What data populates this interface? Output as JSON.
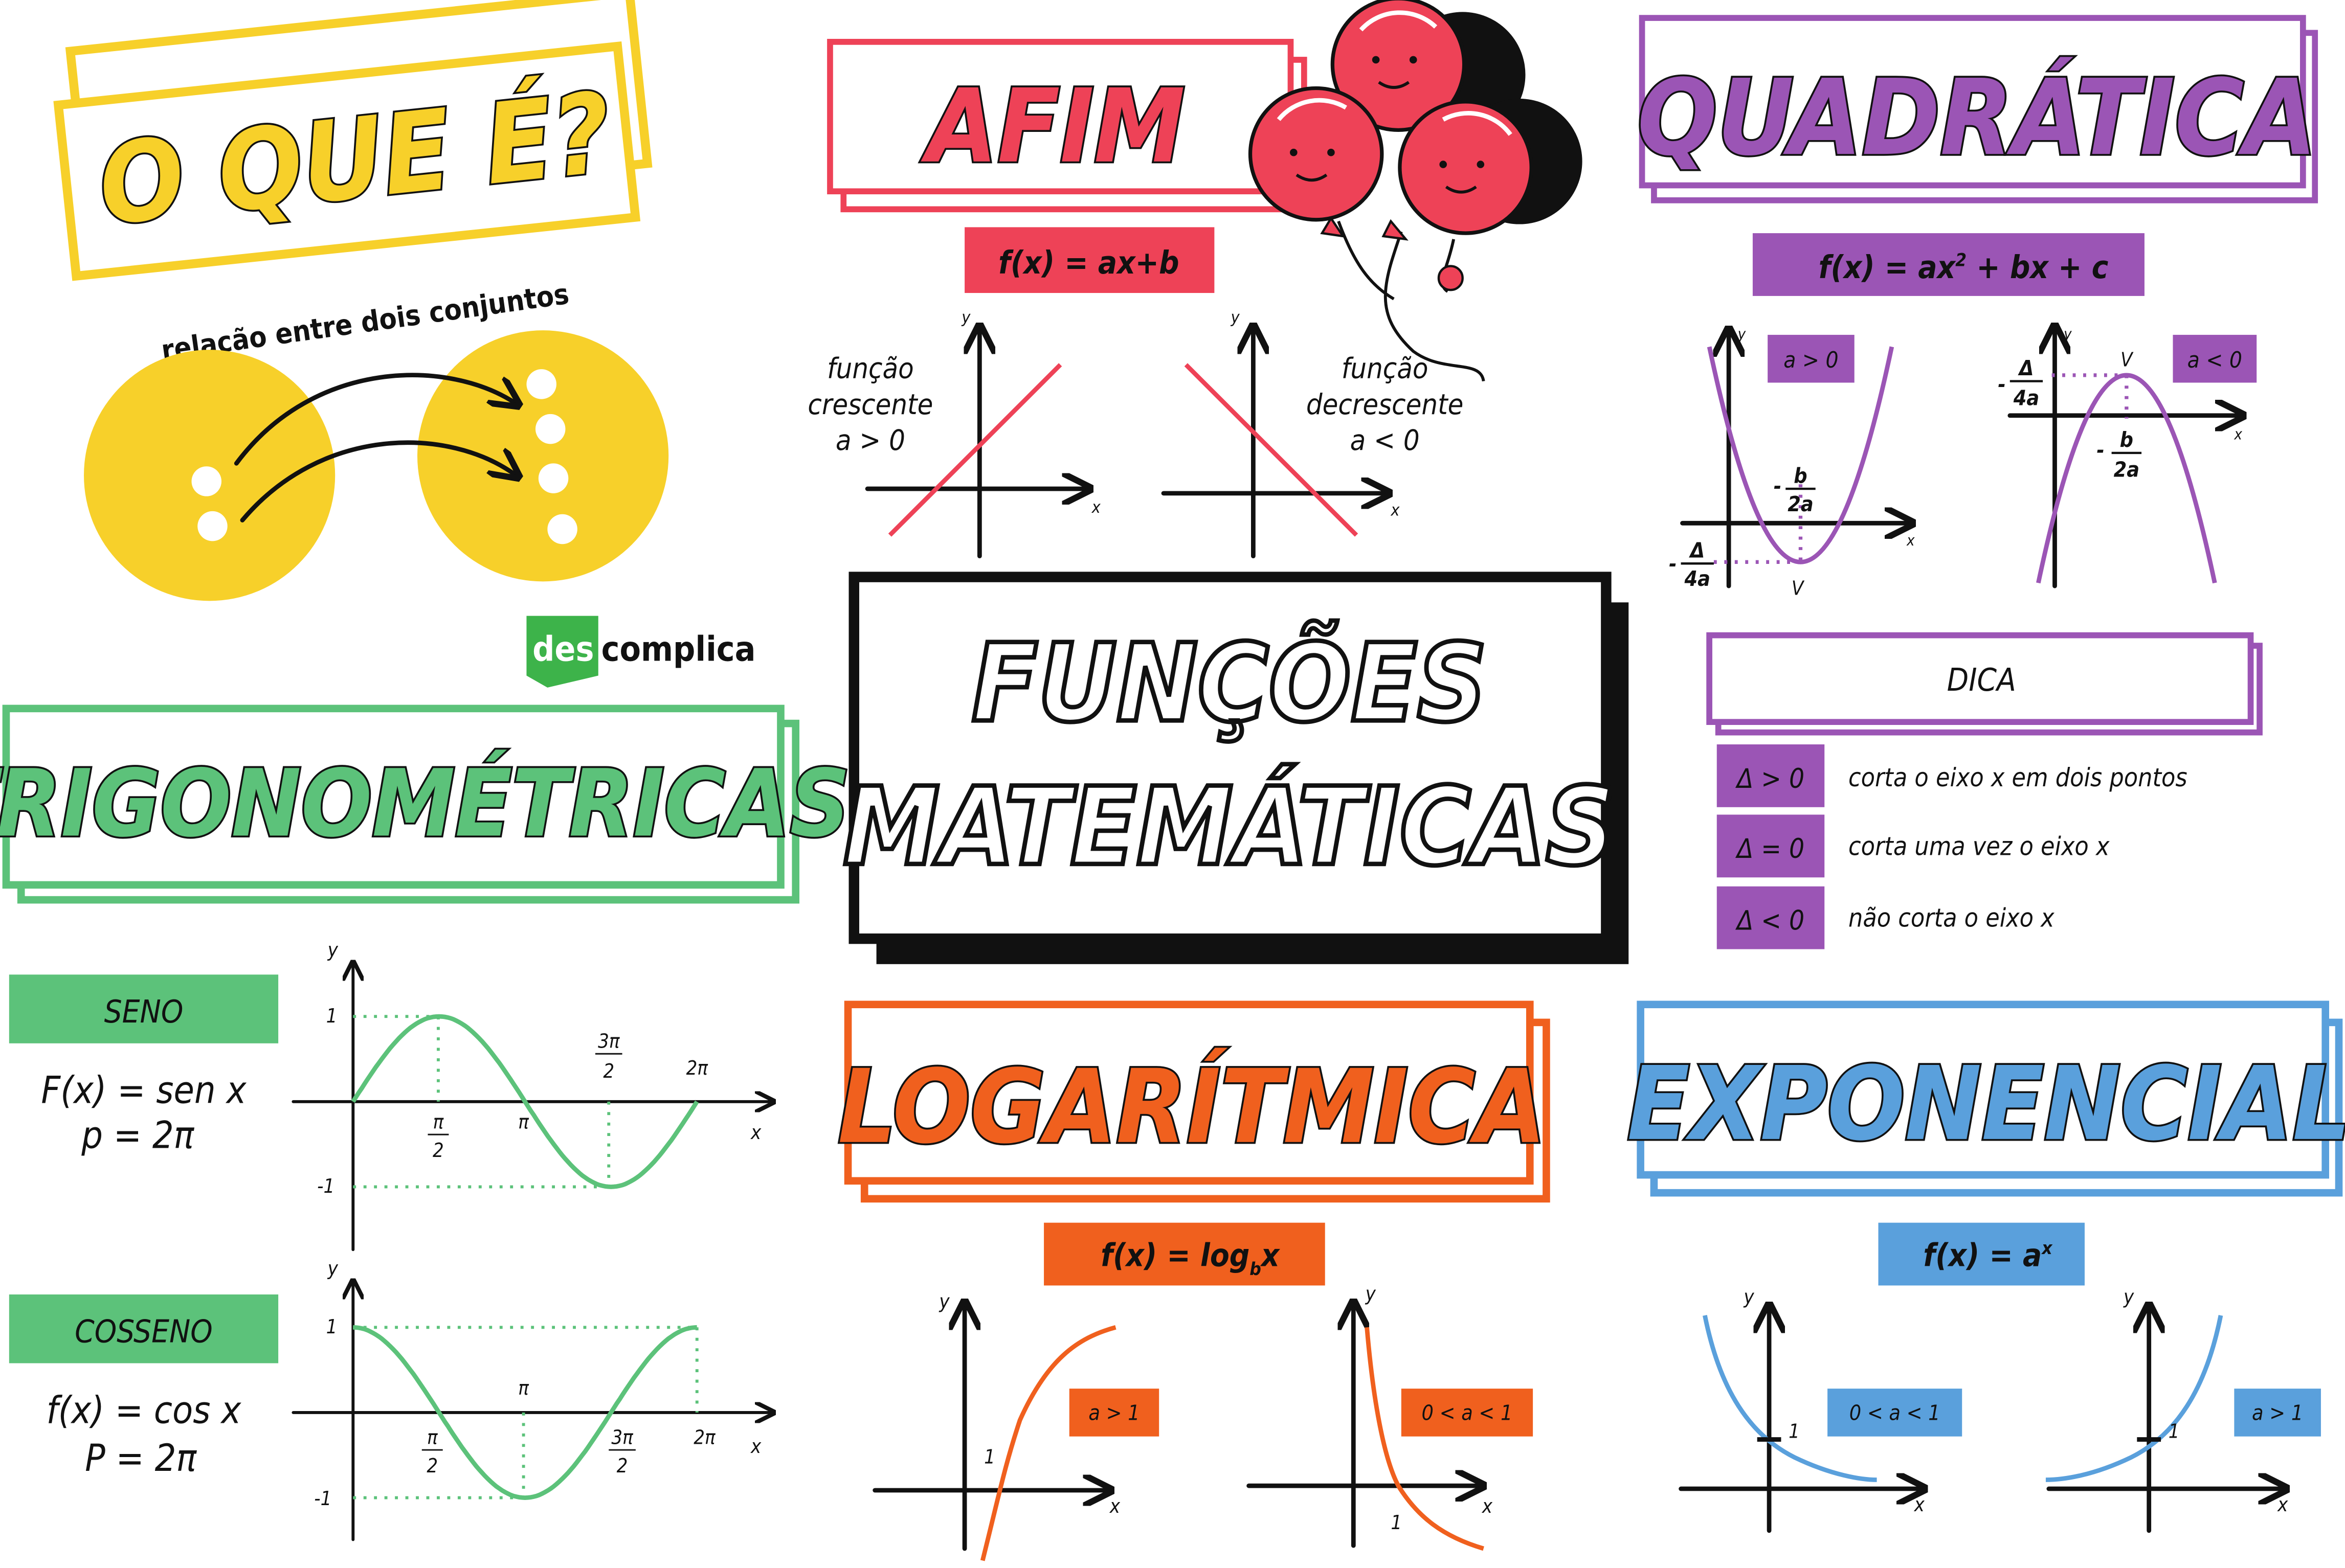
{
  "colors": {
    "yellow": "#F7D02A",
    "red": "#EE4257",
    "purple": "#9B55B5",
    "green": "#5CC27A",
    "orange": "#F0601E",
    "blue": "#5AA0DC",
    "black": "#111111",
    "brand_green": "#3DB34A"
  },
  "oque": {
    "title": "O QUE É?",
    "subtitle": "relação entre dois conjuntos"
  },
  "brand": {
    "des": "des",
    "complica": "complica"
  },
  "center": {
    "line1": "FUNÇÕES",
    "line2": "MATEMÁTICAS"
  },
  "afim": {
    "title": "AFIM",
    "formula": "f(x) = ax+b",
    "inc": [
      "função",
      "crescente",
      "a > 0"
    ],
    "dec": [
      "função",
      "decrescente",
      "a < 0"
    ],
    "axis_x": "x",
    "axis_y": "y"
  },
  "quad": {
    "title": "QUADRÁTICA",
    "formula_a": "f(x) = ax",
    "formula_sup": "2",
    "formula_b": " + bx + c",
    "pos_badge": "a > 0",
    "neg_badge": "a < 0",
    "minus": "-",
    "b": "b",
    "two_a": "2a",
    "delta": "Δ",
    "four_a": "4a",
    "v": "V",
    "axis_x": "x",
    "axis_y": "y"
  },
  "dica": {
    "title": "DICA",
    "rows": [
      {
        "badge": "Δ > 0",
        "text": "corta o eixo x em dois pontos"
      },
      {
        "badge": "Δ = 0",
        "text": "corta uma vez o eixo x"
      },
      {
        "badge": "Δ < 0",
        "text": "não corta o eixo x"
      }
    ]
  },
  "trig": {
    "title": "TRIGONOMÉTRICAS",
    "seno": {
      "label": "SENO",
      "formula": "F(x) = sen x",
      "period": "p = 2π"
    },
    "cosseno": {
      "label": "COSSENO",
      "formula": "f(x) = cos x",
      "period": "P = 2π"
    },
    "ticks": {
      "one": "1",
      "minus_one": "-1",
      "pi": "π",
      "two_pi": "2π",
      "three_pi": "3π",
      "two": "2",
      "pi_half_num": "π"
    },
    "axis_x": "x",
    "axis_y": "y"
  },
  "log": {
    "title": "LOGARÍTMICA",
    "formula_a": "f(x) = log",
    "formula_sub": "b",
    "formula_b": "x",
    "badge_gt": "a > 1",
    "badge_between": "0 < a < 1",
    "one": "1",
    "axis_x": "x",
    "axis_y": "y"
  },
  "exp": {
    "title": "EXPONENCIAL",
    "formula_a": "f(x) = a",
    "formula_sup": "x",
    "badge_between": "0 < a < 1",
    "badge_gt": "a > 1",
    "one": "1",
    "axis_x": "x",
    "axis_y": "y"
  }
}
